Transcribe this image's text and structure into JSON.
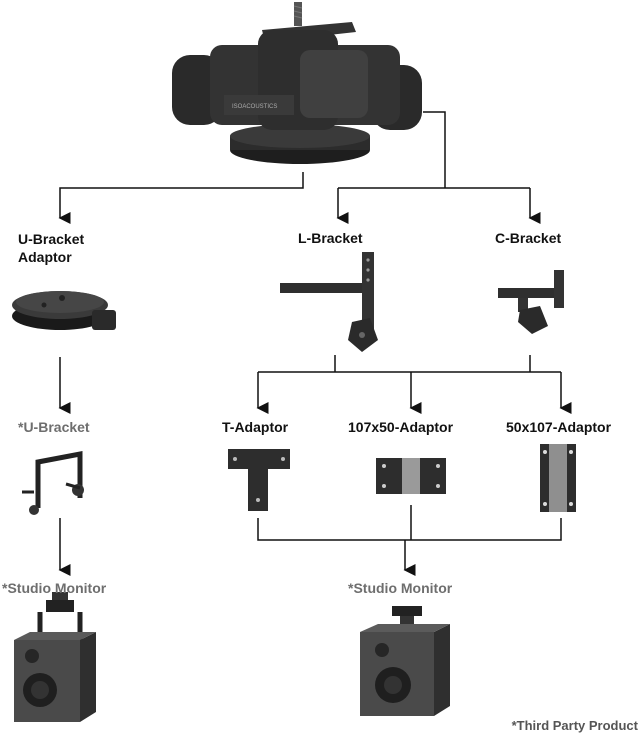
{
  "labels": {
    "u_bracket_adaptor": "U-Bracket\nAdaptor",
    "l_bracket": "L-Bracket",
    "c_bracket": "C-Bracket",
    "u_bracket": "*U-Bracket",
    "t_adaptor": "T-Adaptor",
    "adaptor_107x50": "107x50-Adaptor",
    "adaptor_50x107": "50x107-Adaptor",
    "studio_monitor_left": "*Studio Monitor",
    "studio_monitor_right": "*Studio Monitor",
    "footnote": "*Third Party Product",
    "brand": "ISOACOUSTICS"
  },
  "colors": {
    "line": "#111111",
    "hardware": "#2b2b2b",
    "gray_label": "#6e6e6e"
  }
}
